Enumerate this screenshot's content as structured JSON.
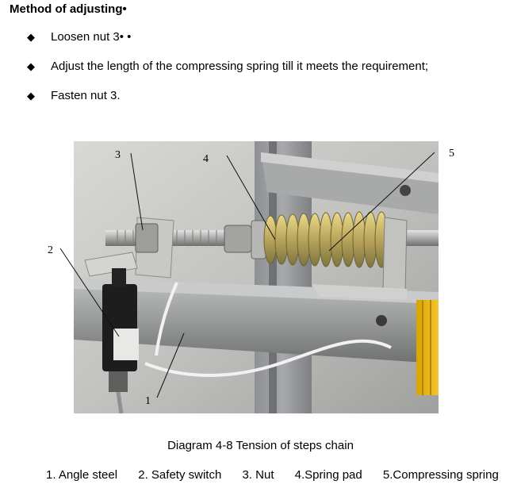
{
  "heading": "Method of adjusting•",
  "steps": [
    "Loosen nut 3•  •",
    "Adjust the length of the compressing spring till it meets the requirement;",
    "Fasten nut 3."
  ],
  "bullet_symbol": "◆",
  "callouts": [
    "1",
    "2",
    "3",
    "4",
    "5"
  ],
  "caption": "Diagram 4-8 Tension of steps chain",
  "legend": [
    "1. Angle steel",
    "2. Safety switch",
    "3. Nut",
    "4.Spring pad",
    "5.Compressing spring"
  ]
}
